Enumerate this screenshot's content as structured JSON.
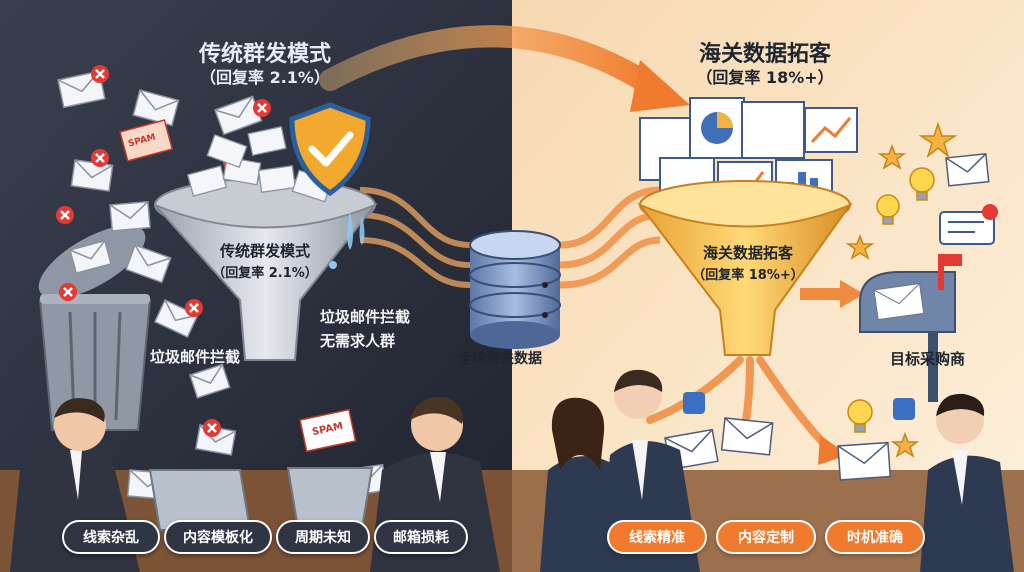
{
  "left": {
    "title": "传统群发模式",
    "subtitle": "（回复率 2.1%）",
    "funnel_title": "传统群发模式",
    "funnel_subtitle": "（回复率 2.1%）",
    "spam_block_label": "垃圾邮件拦截",
    "funnel_side_label_1": "垃圾邮件拦截",
    "funnel_side_label_2": "无需求人群",
    "spam_tag": "SPAM",
    "pills": [
      "线索杂乱",
      "内容模板化",
      "周期未知",
      "邮箱损耗"
    ]
  },
  "center": {
    "database_label": "全球海关数据"
  },
  "right": {
    "title": "海关数据拓客",
    "subtitle": "（回复率 18%+）",
    "funnel_title": "海关数据拓客",
    "funnel_subtitle": "（回复率 18%+）",
    "target_label": "目标采购商",
    "pills": [
      "线索精准",
      "内容定制",
      "时机准确"
    ]
  },
  "colors": {
    "left_bg": "#2b3040",
    "right_bg": "#fbe6c8",
    "orange": "#f07b2e",
    "gold": "#f3b342",
    "red": "#e53935"
  }
}
